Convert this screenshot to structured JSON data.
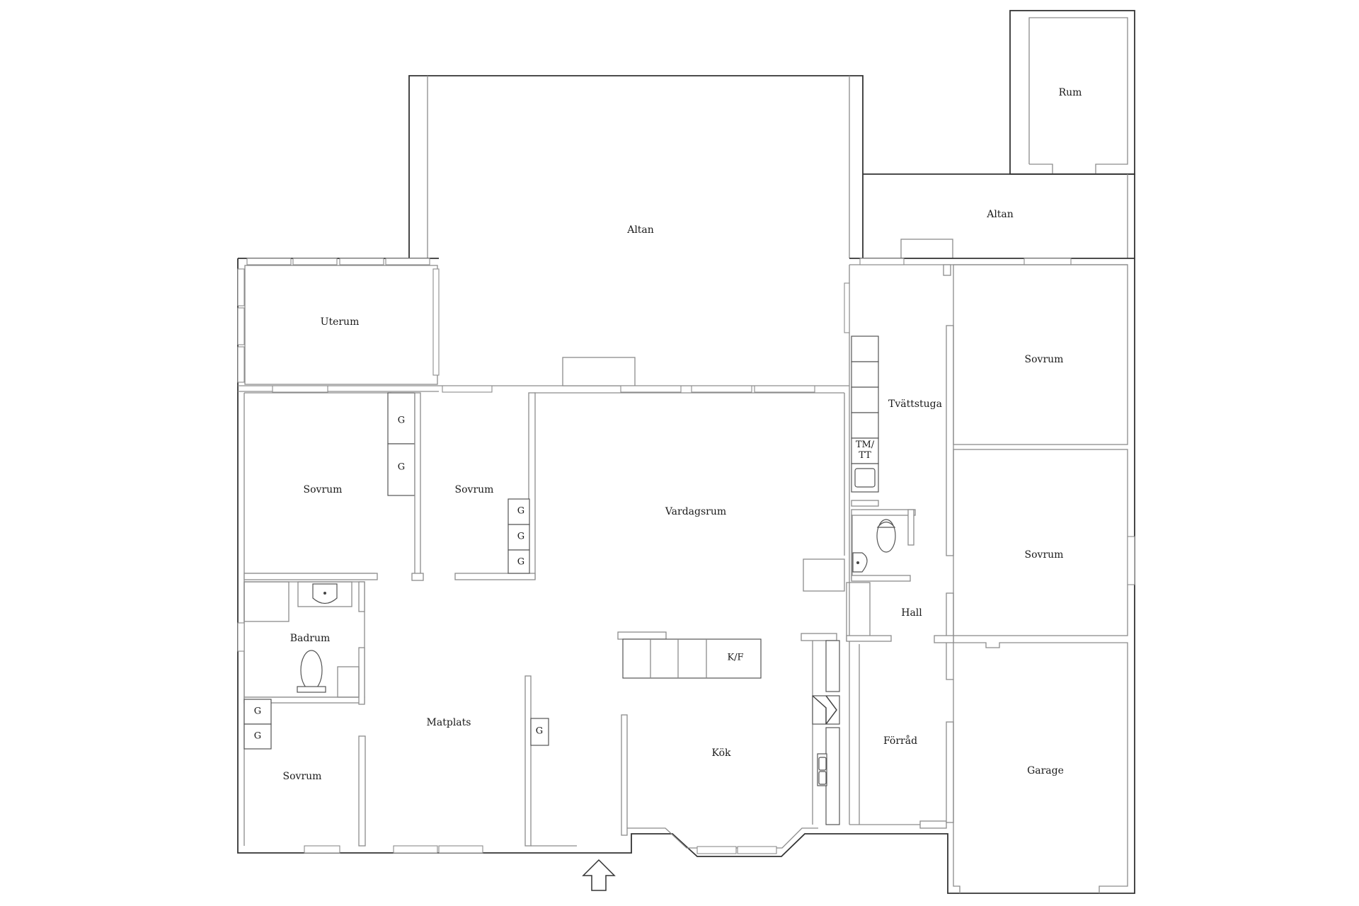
{
  "plan": {
    "type": "floor-plan",
    "rooms": [
      {
        "id": "altan-large",
        "label": "Altan"
      },
      {
        "id": "altan-small",
        "label": "Altan"
      },
      {
        "id": "rum",
        "label": "Rum"
      },
      {
        "id": "uterum",
        "label": "Uterum"
      },
      {
        "id": "sovrum-1",
        "label": "Sovrum"
      },
      {
        "id": "sovrum-2",
        "label": "Sovrum"
      },
      {
        "id": "vardagsrum",
        "label": "Vardagsrum"
      },
      {
        "id": "tvattstuga",
        "label": "Tvättstuga"
      },
      {
        "id": "sovrum-3",
        "label": "Sovrum"
      },
      {
        "id": "sovrum-4",
        "label": "Sovrum"
      },
      {
        "id": "badrum",
        "label": "Badrum"
      },
      {
        "id": "hall",
        "label": "Hall"
      },
      {
        "id": "sovrum-5",
        "label": "Sovrum"
      },
      {
        "id": "matplats",
        "label": "Matplats"
      },
      {
        "id": "kok",
        "label": "Kök"
      },
      {
        "id": "forrad",
        "label": "Förråd"
      },
      {
        "id": "garage",
        "label": "Garage"
      }
    ],
    "fixtures": {
      "wardrobe_label": "G",
      "fridge_freezer_label": "K/F",
      "washer_dryer_label": "TM/\nTT"
    },
    "icons": {
      "entrance": "entrance-arrow-icon",
      "toilet": "toilet-icon",
      "sink": "sink-icon",
      "stove": "stove-icon",
      "kitchen_sink": "kitchen-sink-icon"
    }
  }
}
